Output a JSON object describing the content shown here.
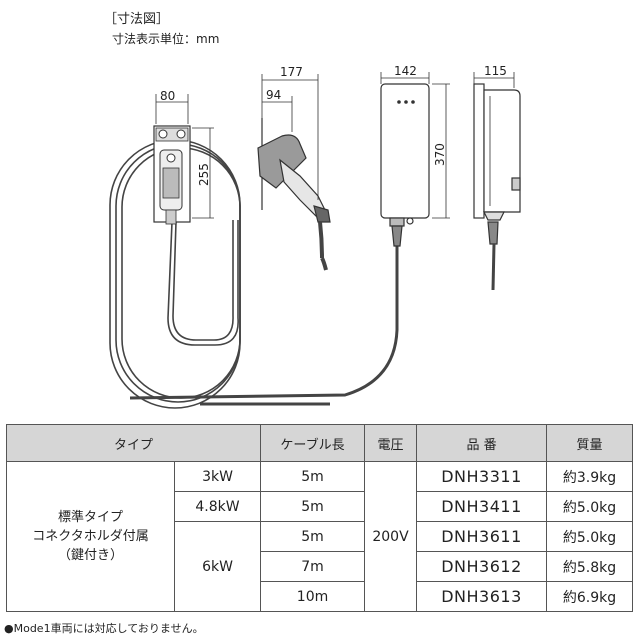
{
  "header": {
    "title": "［寸法図］",
    "unit_note": "寸法表示単位：mm"
  },
  "dimensions": {
    "holder_width": "80",
    "holder_height": "255",
    "side_depth_total": "177",
    "side_depth_partial": "94",
    "box_width": "142",
    "box_height": "370",
    "box_depth": "115"
  },
  "table": {
    "headers": [
      "タイプ",
      "ケーブル長",
      "電圧",
      "品 番",
      "質量"
    ],
    "type_label": "標準タイプ\nコネクタホルダ付属\n（鍵付き）",
    "voltage": "200V",
    "power_3kw": "3kW",
    "power_48kw": "4.8kW",
    "power_6kw": "6kW",
    "rows": [
      {
        "cable": "5m",
        "part": "DNH3311",
        "weight": "約3.9kg"
      },
      {
        "cable": "5m",
        "part": "DNH3411",
        "weight": "約5.0kg"
      },
      {
        "cable": "5m",
        "part": "DNH3611",
        "weight": "約5.0kg"
      },
      {
        "cable": "7m",
        "part": "DNH3612",
        "weight": "約5.8kg"
      },
      {
        "cable": "10m",
        "part": "DNH3613",
        "weight": "約6.9kg"
      }
    ]
  },
  "footnote": "●Mode1車両には対応しておりません。"
}
